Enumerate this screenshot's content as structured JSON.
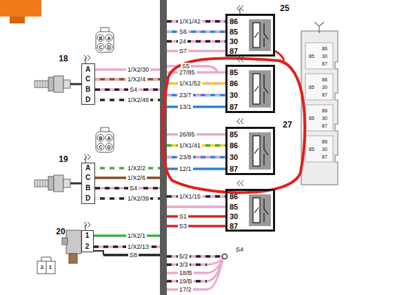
{
  "diagram": {
    "nodes": [
      {
        "text": [
          "A",
          "C",
          "B",
          "D"
        ]
      },
      {
        "text": [
          "A",
          "C",
          "B",
          "D"
        ]
      },
      {
        "text": [
          "1",
          "2"
        ]
      },
      {
        "text": [
          "86",
          "85",
          "30",
          "87"
        ]
      },
      {
        "text": [
          "85",
          "86",
          "30",
          "87"
        ]
      },
      {
        "text": [
          "85",
          "86",
          "30",
          "87"
        ]
      },
      {
        "text": [
          "86",
          "85",
          "30",
          "87"
        ]
      }
    ],
    "labels": [
      "1/X1/42",
      "S6",
      "24",
      "S7",
      "25",
      "S5",
      "27/85",
      "1/X1/52",
      "23/7",
      "13/1",
      "26/85",
      "1/X1/41",
      "23/8",
      "12/1",
      "27",
      "1/X1/15",
      "S1",
      "S3",
      "18",
      "1/X2/30",
      "1/X2/4",
      "S4",
      "1/X2/46",
      "19",
      "1/X2/2",
      "1/X2/6",
      "S4",
      "1/X2/39",
      "20",
      "1/X2/1",
      "1/X2/13",
      "S8",
      "5/2",
      "3/3",
      "18/B",
      "19/B",
      "17/2",
      "S4",
      "B",
      "A",
      "C",
      "D",
      "B",
      "A",
      "C",
      "D",
      "2",
      "1",
      "86",
      "85",
      "30",
      "87",
      "86",
      "85",
      "30",
      "87",
      "86",
      "85",
      "30",
      "87",
      "86",
      "85",
      "30",
      "87"
    ]
  }
}
